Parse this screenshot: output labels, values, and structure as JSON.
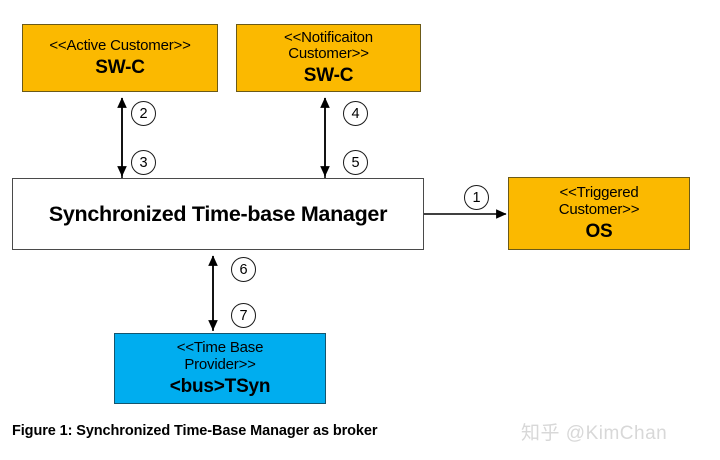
{
  "figure": {
    "caption": "Figure 1: Synchronized Time-Base Manager as broker",
    "watermark": "知乎 @KimChan"
  },
  "colors": {
    "customer_fill": "#FBB900",
    "provider_fill": "#00ADEF",
    "manager_fill": "#FFFFFF",
    "stroke": "#000000",
    "caption_text": "#000000",
    "watermark_text": "#D8D8D8"
  },
  "nodes": [
    {
      "id": "active-customer",
      "stereotype": "<<Active Customer>>",
      "name": "SW-C",
      "fill": "#FBB900",
      "shape": "rectangle"
    },
    {
      "id": "notification-customer",
      "stereotype": "<<Notificaiton Customer>>",
      "stereotype_line1": "<<Notificaiton",
      "stereotype_line2": "Customer>>",
      "name": "SW-C",
      "fill": "#FBB900",
      "shape": "rectangle"
    },
    {
      "id": "synchronized-time-base-manager",
      "stereotype": "",
      "name": "Synchronized Time-base Manager",
      "fill": "#FFFFFF",
      "shape": "rectangle"
    },
    {
      "id": "triggered-customer-os",
      "stereotype": "<<Triggered Customer>>",
      "stereotype_line1": "<<Triggered",
      "stereotype_line2": "Customer>>",
      "name": "OS",
      "fill": "#FBB900",
      "shape": "rectangle"
    },
    {
      "id": "time-base-provider",
      "stereotype": "<<Time Base Provider>>",
      "stereotype_line1": "<<Time Base",
      "stereotype_line2": "Provider>>",
      "name": "<bus>TSyn",
      "fill": "#00ADEF",
      "shape": "rectangle"
    }
  ],
  "connections": [
    {
      "number": "1",
      "from": "synchronized-time-base-manager",
      "to": "triggered-customer-os",
      "direction": "one-way",
      "orientation": "horizontal"
    },
    {
      "number": "2",
      "from": "synchronized-time-base-manager",
      "to": "active-customer",
      "direction": "up",
      "orientation": "vertical"
    },
    {
      "number": "3",
      "from": "active-customer",
      "to": "synchronized-time-base-manager",
      "direction": "down",
      "orientation": "vertical"
    },
    {
      "number": "4",
      "from": "synchronized-time-base-manager",
      "to": "notification-customer",
      "direction": "up",
      "orientation": "vertical"
    },
    {
      "number": "5",
      "from": "notification-customer",
      "to": "synchronized-time-base-manager",
      "direction": "down",
      "orientation": "vertical"
    },
    {
      "number": "6",
      "from": "time-base-provider",
      "to": "synchronized-time-base-manager",
      "direction": "up",
      "orientation": "vertical"
    },
    {
      "number": "7",
      "from": "synchronized-time-base-manager",
      "to": "time-base-provider",
      "direction": "down",
      "orientation": "vertical"
    }
  ]
}
